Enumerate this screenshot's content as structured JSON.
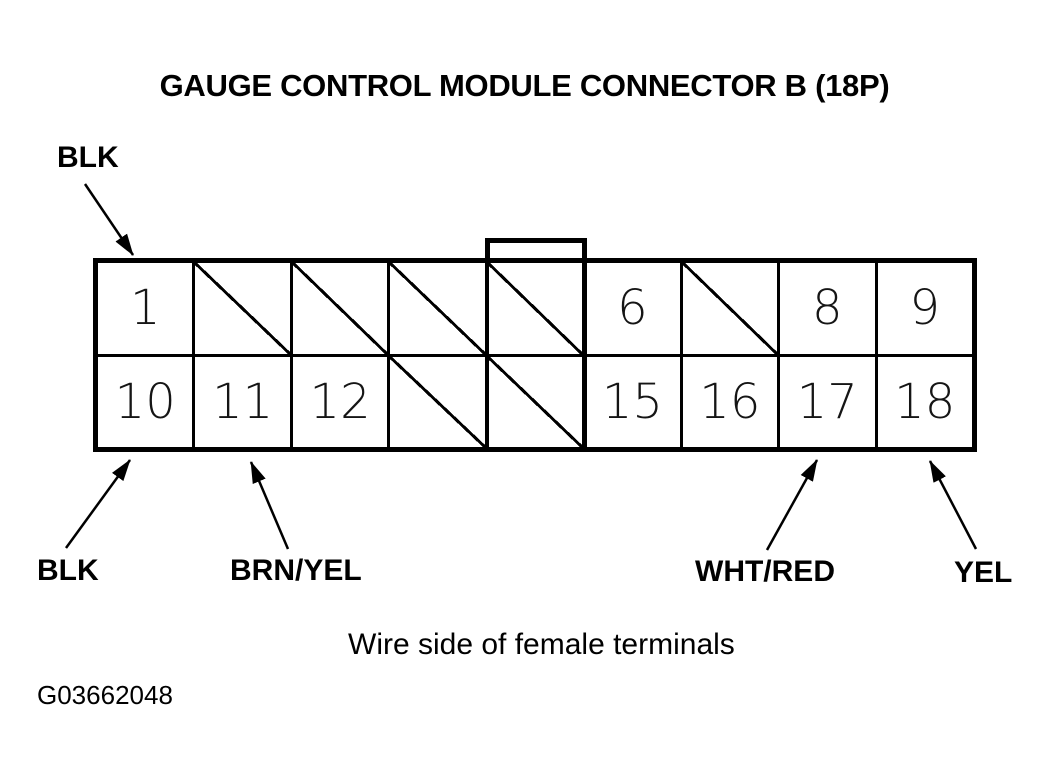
{
  "page": {
    "title": "GAUGE CONTROL MODULE CONNECTOR B (18P)",
    "caption": "Wire side of female terminals",
    "figure_id": "G03662048"
  },
  "connector": {
    "name": "Gauge Control Module Connector B",
    "pin_count": 18,
    "rows": [
      [
        {
          "pin": "1"
        },
        {
          "blocked": true
        },
        {
          "blocked": true
        },
        {
          "blocked": true
        },
        {
          "blocked": true,
          "keyed": true
        },
        {
          "pin": "6"
        },
        {
          "blocked": true
        },
        {
          "pin": "8"
        },
        {
          "pin": "9"
        }
      ],
      [
        {
          "pin": "10"
        },
        {
          "pin": "11"
        },
        {
          "pin": "12"
        },
        {
          "blocked": true
        },
        {
          "blocked": true,
          "keyed": true
        },
        {
          "pin": "15"
        },
        {
          "pin": "16"
        },
        {
          "pin": "17"
        },
        {
          "pin": "18"
        }
      ]
    ]
  },
  "wire_labels": [
    {
      "label": "BLK",
      "points_to": "pin 1"
    },
    {
      "label": "BLK",
      "points_to": "pin 10"
    },
    {
      "label": "BRN/YEL",
      "points_to": "pin 11"
    },
    {
      "label": "WHT/RED",
      "points_to": "pin 17"
    },
    {
      "label": "YEL",
      "points_to": "pin 18"
    }
  ],
  "colors": {
    "ink": "#000000",
    "background": "#ffffff"
  }
}
